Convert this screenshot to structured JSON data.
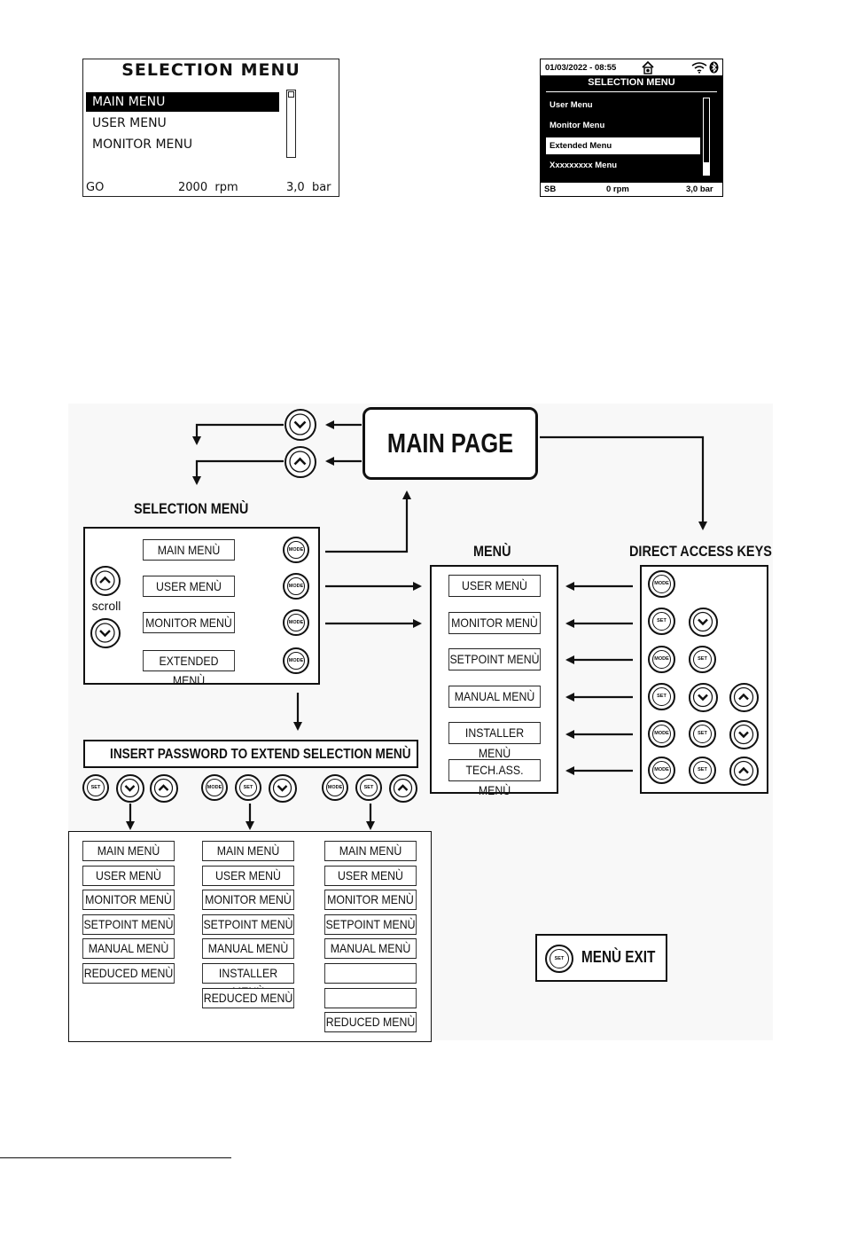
{
  "lcd_classic": {
    "title": "SELECTION MENU",
    "items": [
      "MAIN MENU",
      "USER MENU",
      "MONITOR MENU"
    ],
    "selected_item": "MAIN MENU",
    "status": {
      "left": "GO",
      "center": "2000  rpm",
      "right": "3,0  bar"
    }
  },
  "lcd_modern": {
    "datetime": "01/03/2022 - 08:55",
    "title": "SELECTION MENU",
    "items": [
      "User Menu",
      "Monitor Menu",
      "Extended Menu",
      "Xxxxxxxxx Menu"
    ],
    "selected_item": "Extended Menu",
    "status": {
      "left": "SB",
      "center": "0 rpm",
      "right": "3,0 bar"
    },
    "icons": [
      "home-icon",
      "wifi-icon",
      "bluetooth-icon"
    ]
  },
  "diagram": {
    "main_page": "MAIN PAGE",
    "selection_heading": "SELECTION MENÙ",
    "scroll_label": "scroll",
    "selection_items": [
      "MAIN MENÙ",
      "USER MENÙ",
      "MONITOR MENÙ",
      "EXTENDED MENÙ"
    ],
    "menu_heading": "MENÙ",
    "menu_items": [
      "USER MENÙ",
      "MONITOR MENÙ",
      "SETPOINT MENÙ",
      "MANUAL MENÙ",
      "INSTALLER MENÙ",
      "TECH.ASS. MENÙ"
    ],
    "direct_heading": "DIRECT ACCESS KEYS",
    "direct_keys": [
      [
        "MODE"
      ],
      [
        "SET",
        "down"
      ],
      [
        "MODE",
        "SET"
      ],
      [
        "SET",
        "down",
        "up"
      ],
      [
        "MODE",
        "SET",
        "down"
      ],
      [
        "MODE",
        "SET",
        "up"
      ]
    ],
    "password_banner": "INSERT PASSWORD TO EXTEND SELECTION MENÙ",
    "password_combos": [
      [
        "SET",
        "down",
        "up"
      ],
      [
        "MODE",
        "SET",
        "down"
      ],
      [
        "MODE",
        "SET",
        "up"
      ]
    ],
    "extended_columns": [
      [
        "MAIN MENÙ",
        "USER MENÙ",
        "MONITOR MENÙ",
        "SETPOINT MENÙ",
        "MANUAL MENÙ",
        "REDUCED MENÙ"
      ],
      [
        "MAIN MENÙ",
        "USER MENÙ",
        "MONITOR MENÙ",
        "SETPOINT MENÙ",
        "MANUAL MENÙ",
        "INSTALLER MENÙ",
        "REDUCED MENÙ"
      ],
      [
        "MAIN MENÙ",
        "USER MENÙ",
        "MONITOR MENÙ",
        "SETPOINT MENÙ",
        "MANUAL MENÙ",
        "",
        "",
        "REDUCED MENÙ"
      ]
    ],
    "mode_key": "MODE",
    "set_key": "SET",
    "exit_label": "MENÙ EXIT"
  }
}
